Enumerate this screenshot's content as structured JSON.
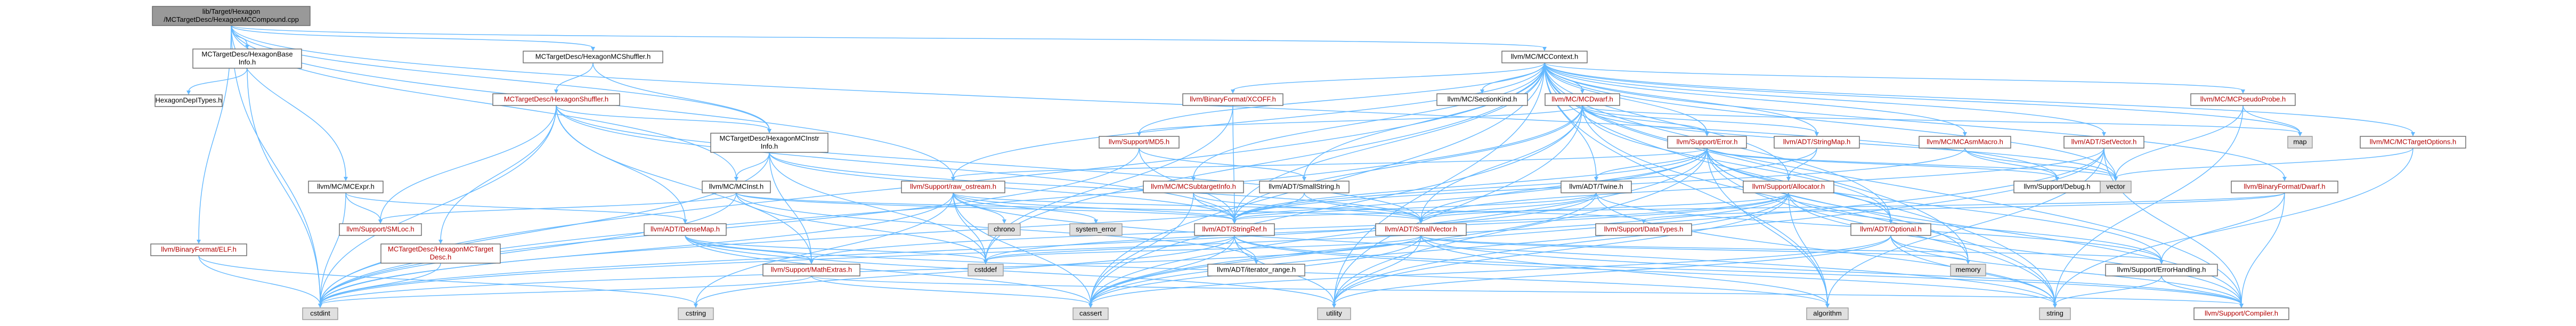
{
  "colors": {
    "root_fill": "#999999",
    "root_text": "#000000",
    "node_fill": "#ffffff",
    "node_border": "#666666",
    "external_fill": "#e0e0e0",
    "external_border": "#999999",
    "red_text": "#b30000",
    "black_text": "#000000",
    "edge": "#63b8ff"
  },
  "nodes": {
    "root": {
      "lines": [
        "lib/Target/Hexagon",
        "/MCTargetDesc/HexagonMCCompound.cpp"
      ],
      "kind": "root"
    },
    "hexBaseInfo": {
      "lines": [
        "MCTargetDesc/HexagonBase",
        "Info.h"
      ],
      "kind": "local"
    },
    "hexDepTypes": {
      "lines": [
        "HexagonDepITypes.h"
      ],
      "kind": "local"
    },
    "hexMCShuffler": {
      "lines": [
        "MCTargetDesc/HexagonMCShuffler.h"
      ],
      "kind": "local"
    },
    "hexShuffler": {
      "lines": [
        "MCTargetDesc/HexagonShuffler.h"
      ],
      "kind": "red"
    },
    "hexMCInstrInfo": {
      "lines": [
        "MCTargetDesc/HexagonMCInstr",
        "Info.h"
      ],
      "kind": "local"
    },
    "mcContext": {
      "lines": [
        "llvm/MC/MCContext.h"
      ],
      "kind": "local"
    },
    "mcExpr": {
      "lines": [
        "llvm/MC/MCExpr.h"
      ],
      "kind": "local"
    },
    "mcInst": {
      "lines": [
        "llvm/MC/MCInst.h"
      ],
      "kind": "local"
    },
    "hexTargetDesc": {
      "lines": [
        "MCTargetDesc/HexagonMCTarget",
        "Desc.h"
      ],
      "kind": "red"
    },
    "elf": {
      "lines": [
        "llvm/BinaryFormat/ELF.h"
      ],
      "kind": "red"
    },
    "smLoc": {
      "lines": [
        "llvm/Support/SMLoc.h"
      ],
      "kind": "red"
    },
    "denseMap": {
      "lines": [
        "llvm/ADT/DenseMap.h"
      ],
      "kind": "red"
    },
    "mathExtras": {
      "lines": [
        "llvm/Support/MathExtras.h"
      ],
      "kind": "red"
    },
    "rawOstream": {
      "lines": [
        "llvm/Support/raw_ostream.h"
      ],
      "kind": "red"
    },
    "chrono": {
      "lines": [
        "chrono"
      ],
      "kind": "ext"
    },
    "systemError": {
      "lines": [
        "system_error"
      ],
      "kind": "ext"
    },
    "cstdint": {
      "lines": [
        "cstdint"
      ],
      "kind": "ext"
    },
    "cstdint2": {
      "lines": [
        "cstdint"
      ],
      "kind": "ext"
    },
    "cstring": {
      "lines": [
        "cstring"
      ],
      "kind": "ext"
    },
    "cassert": {
      "lines": [
        "cassert"
      ],
      "kind": "ext"
    },
    "utility": {
      "lines": [
        "utility"
      ],
      "kind": "ext"
    },
    "cstddef": {
      "lines": [
        "cstddef"
      ],
      "kind": "ext"
    },
    "iteratorRange": {
      "lines": [
        "llvm/ADT/iterator_range.h"
      ],
      "kind": "local"
    },
    "subtargetInfo": {
      "lines": [
        "llvm/MC/MCSubtargetInfo.h"
      ],
      "kind": "red"
    },
    "smallString": {
      "lines": [
        "llvm/ADT/SmallString.h"
      ],
      "kind": "local"
    },
    "stringRef": {
      "lines": [
        "llvm/ADT/StringRef.h"
      ],
      "kind": "red"
    },
    "smallVector": {
      "lines": [
        "llvm/ADT/SmallVector.h"
      ],
      "kind": "red"
    },
    "xcoff": {
      "lines": [
        "llvm/BinaryFormat/XCOFF.h"
      ],
      "kind": "red"
    },
    "md5": {
      "lines": [
        "llvm/Support/MD5.h"
      ],
      "kind": "red"
    },
    "sectionKind": {
      "lines": [
        "llvm/MC/SectionKind.h"
      ],
      "kind": "local"
    },
    "mcDwarf": {
      "lines": [
        "llvm/MC/MCDwarf.h"
      ],
      "kind": "red"
    },
    "twine": {
      "lines": [
        "llvm/ADT/Twine.h"
      ],
      "kind": "local"
    },
    "supportError": {
      "lines": [
        "llvm/Support/Error.h"
      ],
      "kind": "red"
    },
    "stringMap": {
      "lines": [
        "llvm/ADT/StringMap.h"
      ],
      "kind": "red"
    },
    "allocator": {
      "lines": [
        "llvm/Support/Allocator.h"
      ],
      "kind": "red"
    },
    "dataTypes": {
      "lines": [
        "llvm/Support/DataTypes.h"
      ],
      "kind": "red"
    },
    "optional": {
      "lines": [
        "llvm/ADT/Optional.h"
      ],
      "kind": "red"
    },
    "mcAsmMacro": {
      "lines": [
        "llvm/MC/MCAsmMacro.h"
      ],
      "kind": "red"
    },
    "supportDebug": {
      "lines": [
        "llvm/Support/Debug.h"
      ],
      "kind": "local"
    },
    "setVector": {
      "lines": [
        "llvm/ADT/SetVector.h"
      ],
      "kind": "red"
    },
    "vector": {
      "lines": [
        "vector"
      ],
      "kind": "ext"
    },
    "mcPseudoProbe": {
      "lines": [
        "llvm/MC/MCPseudoProbe.h"
      ],
      "kind": "red"
    },
    "map": {
      "lines": [
        "map"
      ],
      "kind": "ext"
    },
    "mcTargetOptions": {
      "lines": [
        "llvm/MC/MCTargetOptions.h"
      ],
      "kind": "red"
    },
    "dwarf": {
      "lines": [
        "llvm/BinaryFormat/Dwarf.h"
      ],
      "kind": "red"
    },
    "memory": {
      "lines": [
        "memory"
      ],
      "kind": "ext"
    },
    "errorHandling": {
      "lines": [
        "llvm/Support/ErrorHandling.h"
      ],
      "kind": "local"
    },
    "algorithm": {
      "lines": [
        "algorithm"
      ],
      "kind": "ext"
    },
    "string": {
      "lines": [
        "string"
      ],
      "kind": "ext"
    },
    "compiler": {
      "lines": [
        "llvm/Support/Compiler.h"
      ],
      "kind": "red"
    }
  },
  "edges": [
    [
      "root",
      "hexBaseInfo"
    ],
    [
      "root",
      "hexMCShuffler"
    ],
    [
      "root",
      "mcContext"
    ],
    [
      "root",
      "mcExpr"
    ],
    [
      "root",
      "mcInst"
    ],
    [
      "root",
      "rawOstream"
    ],
    [
      "root",
      "supportDebug"
    ],
    [
      "root",
      "hexMCInstrInfo"
    ],
    [
      "root",
      "cstdint"
    ],
    [
      "root",
      "elf"
    ],
    [
      "hexBaseInfo",
      "hexDepTypes"
    ],
    [
      "hexBaseInfo",
      "cstdint"
    ],
    [
      "hexMCShuffler",
      "hexShuffler"
    ],
    [
      "hexMCShuffler",
      "hexMCInstrInfo"
    ],
    [
      "hexShuffler",
      "hexMCInstrInfo"
    ],
    [
      "hexShuffler",
      "hexTargetDesc"
    ],
    [
      "hexShuffler",
      "denseMap"
    ],
    [
      "hexShuffler",
      "smallVector"
    ],
    [
      "hexShuffler",
      "stringRef"
    ],
    [
      "hexShuffler",
      "smLoc"
    ],
    [
      "hexShuffler",
      "mathExtras"
    ],
    [
      "hexShuffler",
      "cstdint"
    ],
    [
      "hexMCInstrInfo",
      "mcInst"
    ],
    [
      "hexMCInstrInfo",
      "stringRef"
    ],
    [
      "hexMCInstrInfo",
      "mathExtras"
    ],
    [
      "hexMCInstrInfo",
      "cstddef"
    ],
    [
      "hexMCInstrInfo",
      "cstdint"
    ],
    [
      "hexMCInstrInfo",
      "smallVector"
    ],
    [
      "mcExpr",
      "smLoc"
    ],
    [
      "mcExpr",
      "denseMap"
    ],
    [
      "mcExpr",
      "cstdint"
    ],
    [
      "mcInst",
      "smallVector"
    ],
    [
      "mcInst",
      "stringRef"
    ],
    [
      "mcInst",
      "smLoc"
    ],
    [
      "mcInst",
      "cstddef"
    ],
    [
      "mcInst",
      "cstdint"
    ],
    [
      "mcInst",
      "iteratorRange"
    ],
    [
      "hexTargetDesc",
      "cstdint"
    ],
    [
      "elf",
      "cstdint"
    ],
    [
      "elf",
      "cstring"
    ],
    [
      "denseMap",
      "mathExtras"
    ],
    [
      "denseMap",
      "cassert"
    ],
    [
      "denseMap",
      "utility"
    ],
    [
      "denseMap",
      "cstddef"
    ],
    [
      "denseMap",
      "algorithm"
    ],
    [
      "mathExtras",
      "cassert"
    ],
    [
      "mathExtras",
      "compiler"
    ],
    [
      "mathExtras",
      "cstdint"
    ],
    [
      "rawOstream",
      "stringRef"
    ],
    [
      "rawOstream",
      "dataTypes"
    ],
    [
      "rawOstream",
      "chrono"
    ],
    [
      "rawOstream",
      "systemError"
    ],
    [
      "rawOstream",
      "cassert"
    ],
    [
      "rawOstream",
      "cstddef"
    ],
    [
      "rawOstream",
      "cstdint"
    ],
    [
      "rawOstream",
      "cstring"
    ],
    [
      "rawOstream",
      "string"
    ],
    [
      "mcContext",
      "smallString"
    ],
    [
      "mcContext",
      "stringRef"
    ],
    [
      "mcContext",
      "twine"
    ],
    [
      "mcContext",
      "xcoff"
    ],
    [
      "mcContext",
      "md5"
    ],
    [
      "mcContext",
      "sectionKind"
    ],
    [
      "mcContext",
      "mcDwarf"
    ],
    [
      "mcContext",
      "stringMap"
    ],
    [
      "mcContext",
      "allocator"
    ],
    [
      "mcContext",
      "subtargetInfo"
    ],
    [
      "mcContext",
      "mcAsmMacro"
    ],
    [
      "mcContext",
      "setVector"
    ],
    [
      "mcContext",
      "mcPseudoProbe"
    ],
    [
      "mcContext",
      "mcTargetOptions"
    ],
    [
      "mcContext",
      "dwarf"
    ],
    [
      "mcContext",
      "supportError"
    ],
    [
      "mcContext",
      "optional"
    ],
    [
      "mcContext",
      "rawOstream"
    ],
    [
      "mcContext",
      "compiler"
    ],
    [
      "mcContext",
      "map"
    ],
    [
      "mcContext",
      "memory"
    ],
    [
      "mcContext",
      "vector"
    ],
    [
      "mcContext",
      "string"
    ],
    [
      "mcContext",
      "cstddef"
    ],
    [
      "mcContext",
      "cstdint"
    ],
    [
      "mcContext",
      "utility"
    ],
    [
      "mcContext",
      "algorithm"
    ],
    [
      "mcContext",
      "cassert"
    ],
    [
      "subtargetInfo",
      "stringRef"
    ],
    [
      "subtargetInfo",
      "smallVector"
    ],
    [
      "subtargetInfo",
      "cassert"
    ],
    [
      "smallString",
      "smallVector"
    ],
    [
      "smallString",
      "stringRef"
    ],
    [
      "stringRef",
      "cstddef"
    ],
    [
      "stringRef",
      "cstring"
    ],
    [
      "stringRef",
      "cassert"
    ],
    [
      "stringRef",
      "utility"
    ],
    [
      "stringRef",
      "string"
    ],
    [
      "stringRef",
      "iteratorRange"
    ],
    [
      "stringRef",
      "compiler"
    ],
    [
      "smallVector",
      "cstddef"
    ],
    [
      "smallVector",
      "cassert"
    ],
    [
      "smallVector",
      "algorithm"
    ],
    [
      "smallVector",
      "memory"
    ],
    [
      "smallVector",
      "utility"
    ],
    [
      "smallVector",
      "compiler"
    ],
    [
      "smallVector",
      "errorHandling"
    ],
    [
      "smallVector",
      "cstdint"
    ],
    [
      "xcoff",
      "stringRef"
    ],
    [
      "xcoff",
      "cstddef"
    ],
    [
      "md5",
      "stringRef"
    ],
    [
      "md5",
      "smallString"
    ],
    [
      "md5",
      "cstdint"
    ],
    [
      "mcDwarf",
      "stringRef"
    ],
    [
      "mcDwarf",
      "md5"
    ],
    [
      "mcDwarf",
      "smallVector"
    ],
    [
      "mcDwarf",
      "stringMap"
    ],
    [
      "mcDwarf",
      "supportError"
    ],
    [
      "mcDwarf",
      "optional"
    ],
    [
      "mcDwarf",
      "string"
    ],
    [
      "mcDwarf",
      "vector"
    ],
    [
      "mcDwarf",
      "map"
    ],
    [
      "mcDwarf",
      "cstdint"
    ],
    [
      "mcDwarf",
      "utility"
    ],
    [
      "mcDwarf",
      "cassert"
    ],
    [
      "twine",
      "smallVector"
    ],
    [
      "twine",
      "stringRef"
    ],
    [
      "twine",
      "errorHandling"
    ],
    [
      "twine",
      "cassert"
    ],
    [
      "twine",
      "cstdint"
    ],
    [
      "twine",
      "string"
    ],
    [
      "supportError",
      "twine"
    ],
    [
      "supportError",
      "smallVector"
    ],
    [
      "supportError",
      "stringRef"
    ],
    [
      "supportError",
      "errorHandling"
    ],
    [
      "supportError",
      "compiler"
    ],
    [
      "supportError",
      "supportDebug"
    ],
    [
      "supportError",
      "optional"
    ],
    [
      "supportError",
      "rawOstream"
    ],
    [
      "supportError",
      "algorithm"
    ],
    [
      "supportError",
      "cassert"
    ],
    [
      "supportError",
      "cstdint"
    ],
    [
      "supportError",
      "memory"
    ],
    [
      "supportError",
      "string"
    ],
    [
      "supportError",
      "system_errorDummy"
    ],
    [
      "supportError",
      "utility"
    ],
    [
      "supportError",
      "vector"
    ],
    [
      "stringMap",
      "stringRef"
    ],
    [
      "stringMap",
      "allocator"
    ],
    [
      "allocator",
      "smallVector"
    ],
    [
      "allocator",
      "compiler"
    ],
    [
      "allocator",
      "mathExtras"
    ],
    [
      "allocator",
      "errorHandling"
    ],
    [
      "allocator",
      "algorithm"
    ],
    [
      "allocator",
      "cassert"
    ],
    [
      "allocator",
      "cstddef"
    ],
    [
      "allocator",
      "cstdint"
    ],
    [
      "allocator",
      "utility"
    ],
    [
      "optional",
      "compiler"
    ],
    [
      "optional",
      "cassert"
    ],
    [
      "optional",
      "utility"
    ],
    [
      "optional",
      "memory"
    ],
    [
      "optional",
      "string"
    ],
    [
      "mcAsmMacro",
      "stringRef"
    ],
    [
      "mcAsmMacro",
      "supportDebug"
    ],
    [
      "mcAsmMacro",
      "vector"
    ],
    [
      "setVector",
      "smallVector"
    ],
    [
      "setVector",
      "compiler"
    ],
    [
      "setVector",
      "vector"
    ],
    [
      "setVector",
      "algorithm"
    ],
    [
      "setVector",
      "cassert"
    ],
    [
      "setVector",
      "utility"
    ],
    [
      "mcPseudoProbe",
      "map"
    ],
    [
      "mcPseudoProbe",
      "vector"
    ],
    [
      "mcPseudoProbe",
      "string"
    ],
    [
      "mcTargetOptions",
      "string"
    ],
    [
      "mcTargetOptions",
      "vector"
    ],
    [
      "dwarf",
      "stringRef"
    ],
    [
      "dwarf",
      "dataTypes"
    ],
    [
      "dwarf",
      "errorHandling"
    ],
    [
      "dwarf",
      "compiler"
    ],
    [
      "errorHandling",
      "compiler"
    ],
    [
      "errorHandling",
      "string"
    ]
  ]
}
